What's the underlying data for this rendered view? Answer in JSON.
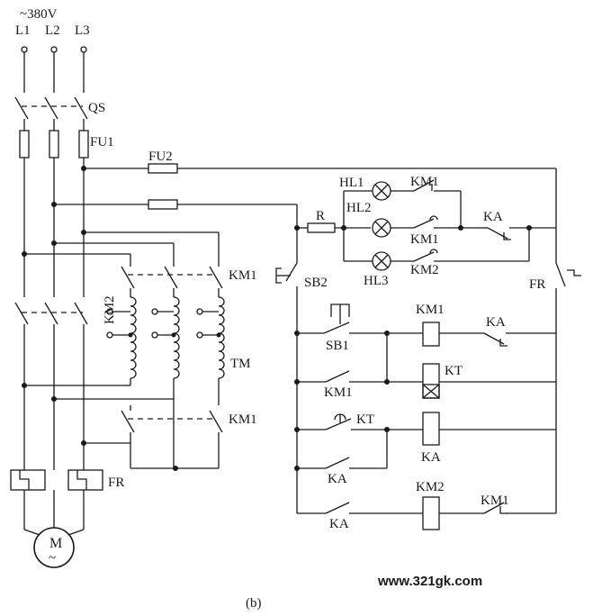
{
  "supply": {
    "voltage": "~380V",
    "phases": [
      "L1",
      "L2",
      "L3"
    ]
  },
  "labels": {
    "qs": "QS",
    "fu1": "FU1",
    "fu2": "FU2",
    "km2_main": "KM2",
    "km1_top": "KM1",
    "km1_bottom": "KM1",
    "tm": "TM",
    "fr_main": "FR",
    "motor": "M",
    "motor_sym": "~",
    "hl1": "HL1",
    "hl2": "HL2",
    "hl3": "HL3",
    "km1_hl1": "KM1",
    "km1_hl2": "KM1",
    "km2_hl3": "KM2",
    "r": "R",
    "ka_lamp": "KA",
    "sb2": "SB2",
    "fr_ctrl": "FR",
    "sb1": "SB1",
    "km1_coil": "KM1",
    "ka_r1": "KA",
    "km1_hold": "KM1",
    "kt_coil": "KT",
    "kt_contact": "KT",
    "ka_coil": "KA",
    "ka_hold": "KA",
    "ka_r5": "KA",
    "km2_coil": "KM2",
    "km1_interlock": "KM1"
  },
  "watermark": "www.321gk.com",
  "caption": "(b)"
}
